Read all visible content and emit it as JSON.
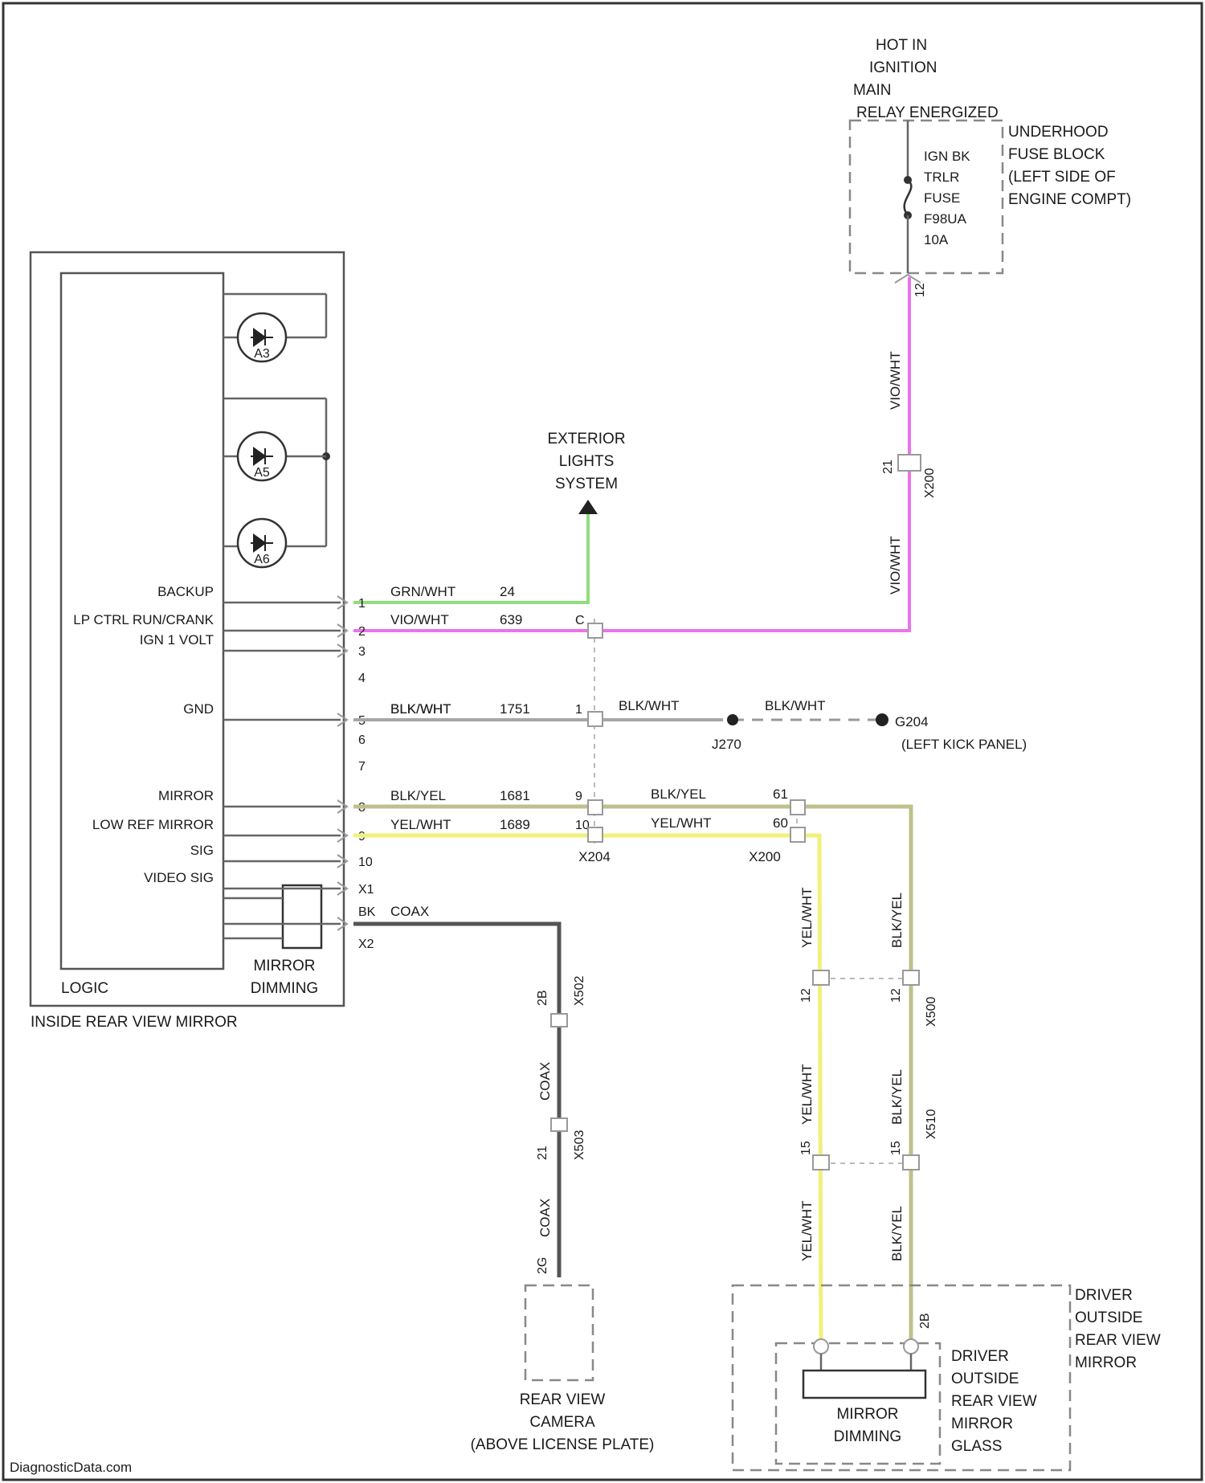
{
  "source": {
    "hot_in": [
      "HOT IN",
      "IGNITION",
      "MAIN",
      "RELAY ENERGIZED"
    ],
    "fuse_block": [
      "UNDERHOOD",
      "FUSE BLOCK",
      "(LEFT SIDE OF",
      "ENGINE COMPT)"
    ],
    "fuse": [
      "IGN BK",
      "TRLR",
      "FUSE",
      "F98UA",
      "10A"
    ],
    "fuse_pin": "12"
  },
  "exterior_lights": [
    "EXTERIOR",
    "LIGHTS",
    "SYSTEM"
  ],
  "mirror_module": {
    "name": "INSIDE REAR VIEW MIRROR",
    "logic_label": "LOGIC",
    "dimming_label": [
      "MIRROR",
      "DIMMING"
    ],
    "sensor_labels": [
      "A3",
      "A5",
      "A6"
    ],
    "pins": [
      {
        "label": "BACKUP",
        "num": "1",
        "wire": "GRN/WHT",
        "circuit": "24",
        "inline": ""
      },
      {
        "label": "LP CTRL RUN/CRANK",
        "num": "2",
        "wire": "VIO/WHT",
        "circuit": "639",
        "inline": "C"
      },
      {
        "label": "IGN 1 VOLT",
        "num": "3",
        "wire": "",
        "circuit": "",
        "inline": ""
      },
      {
        "label": "",
        "num": "4",
        "wire": "",
        "circuit": "",
        "inline": ""
      },
      {
        "label": "GND",
        "num": "5",
        "wire": "BLK/WHT",
        "circuit": "1751",
        "inline": "1"
      },
      {
        "label": "",
        "num": "6",
        "wire": "",
        "circuit": "",
        "inline": ""
      },
      {
        "label": "",
        "num": "7",
        "wire": "",
        "circuit": "",
        "inline": ""
      },
      {
        "label": "MIRROR",
        "num": "8",
        "wire": "BLK/YEL",
        "circuit": "1681",
        "inline": "9"
      },
      {
        "label": "LOW REF MIRROR",
        "num": "9",
        "wire": "YEL/WHT",
        "circuit": "1689",
        "inline": "10"
      },
      {
        "label": "SIG",
        "num": "10",
        "wire": "",
        "circuit": "",
        "inline": ""
      },
      {
        "label": "VIDEO SIG",
        "num": "X1",
        "wire": "",
        "circuit": "",
        "inline": ""
      }
    ],
    "coax_pin": "X2",
    "coax_label": "BK",
    "coax_wire": "COAX"
  },
  "ignition_wire": {
    "color": "VIO/WHT",
    "connector": "X200",
    "pin": "21"
  },
  "ground": {
    "wire": "BLK/WHT",
    "splice": "J270",
    "ground_id": "G204",
    "ground_location": "(LEFT KICK PANEL)"
  },
  "connectors": {
    "inline_1": "X204",
    "inline_2": "X200"
  },
  "mirror_wires": {
    "blk_yel": {
      "color": "BLK/YEL",
      "pin": "61"
    },
    "yel_wht": {
      "color": "YEL/WHT",
      "pin": "60"
    }
  },
  "coax_run": {
    "pins": [
      "2B",
      "21",
      "2G"
    ],
    "connectors": [
      "X502",
      "X503"
    ],
    "wire": "COAX"
  },
  "right_run": {
    "yel_label": "YEL/WHT",
    "blk_label": "BLK/YEL",
    "pins_top": [
      "12",
      "12"
    ],
    "pins_mid": [
      "15",
      "15"
    ],
    "connectors": [
      "X500",
      "X510"
    ],
    "bottom_pin": "2B"
  },
  "camera": [
    "REAR VIEW",
    "CAMERA",
    "(ABOVE LICENSE PLATE)"
  ],
  "driver_mirror": [
    "DRIVER",
    "OUTSIDE",
    "REAR VIEW",
    "MIRROR"
  ],
  "driver_mirror_glass": [
    "DRIVER",
    "OUTSIDE",
    "REAR VIEW",
    "MIRROR",
    "GLASS"
  ],
  "driver_dimming": [
    "MIRROR",
    "DIMMING"
  ],
  "watermark": "DiagnosticData.com"
}
